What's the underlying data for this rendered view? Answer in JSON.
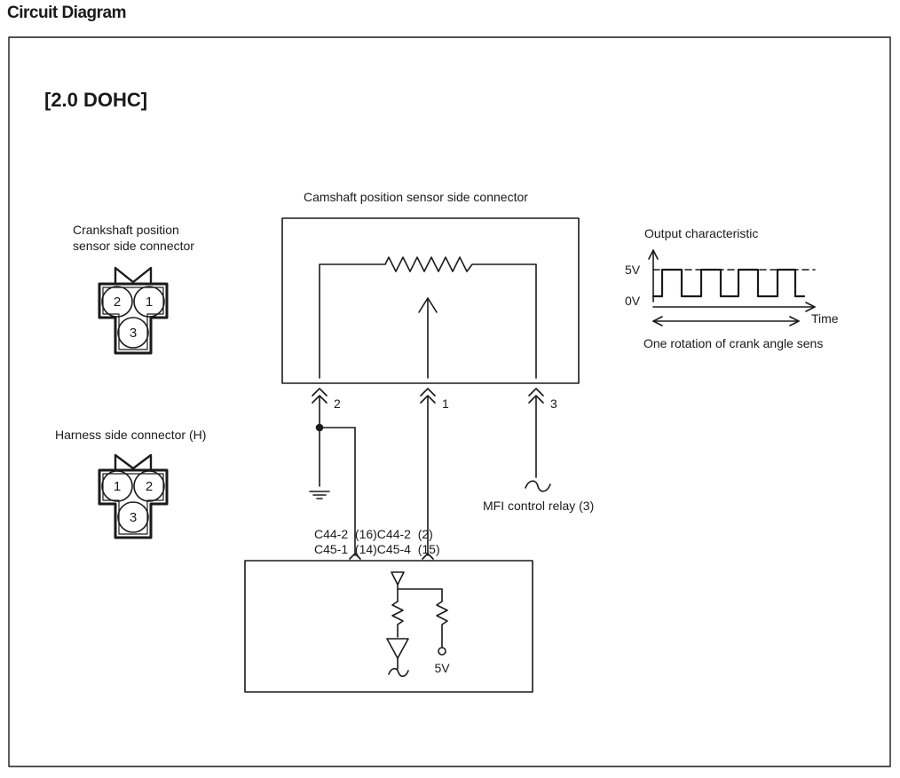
{
  "page_title": "Circuit Diagram",
  "section_title": "[2.0 DOHC]",
  "crank_connector": {
    "label_line1": "Crankshaft position",
    "label_line2": "sensor side connector",
    "pins": [
      "2",
      "1",
      "3"
    ]
  },
  "harness_connector": {
    "label": "Harness side connector (H)",
    "pins": [
      "1",
      "2",
      "3"
    ]
  },
  "cam_connector": {
    "label": "Camshaft position sensor side connector",
    "pins": [
      "2",
      "1",
      "3"
    ]
  },
  "output_characteristic": {
    "title": "Output characteristic",
    "high_label": "5V",
    "low_label": "0V",
    "time_label": "Time",
    "caption": "One rotation of crank angle sens"
  },
  "mfi_relay_label": "MFI control relay (3)",
  "ecm_terminals": {
    "row1": "C44-2  (16)C44-2  (2)",
    "row2": "C45-1  (14)C45-4  (15)"
  },
  "ecm_5v_label": "5V",
  "colors": {
    "ink": "#1a1a1a",
    "background": "#ffffff"
  }
}
